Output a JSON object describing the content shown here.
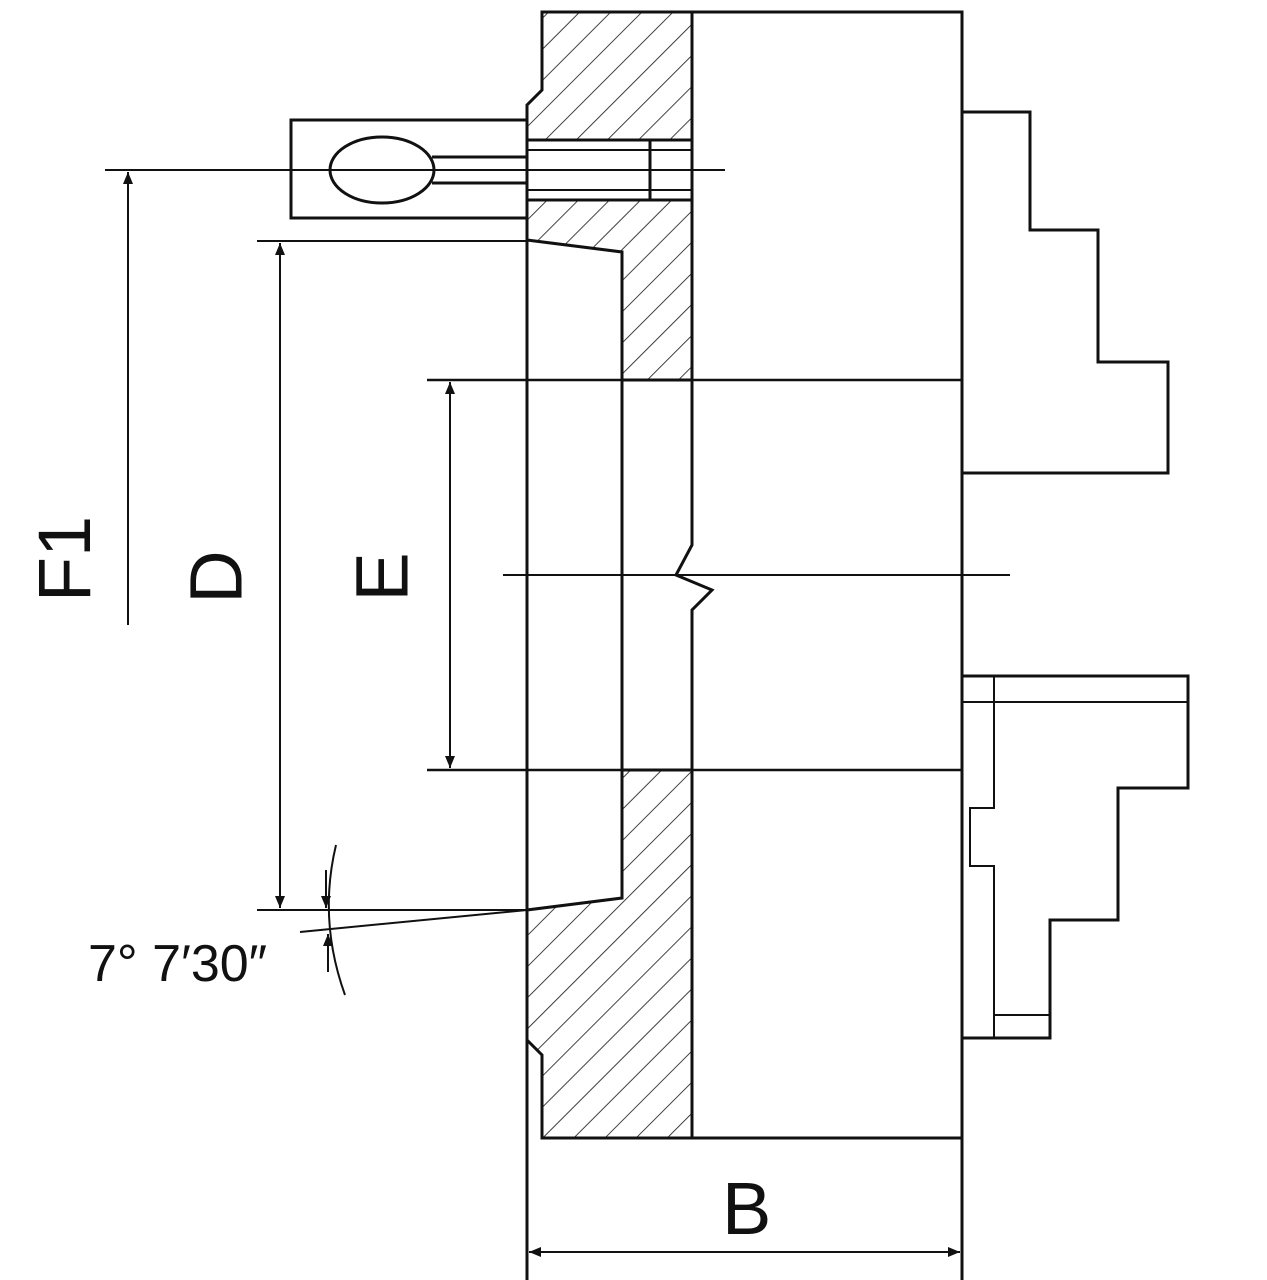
{
  "labels": {
    "f1": "F1",
    "d": "D",
    "e": "E",
    "b": "B",
    "angle": "7° 7′30″"
  },
  "colors": {
    "line": "#111111",
    "background": "#ffffff"
  }
}
